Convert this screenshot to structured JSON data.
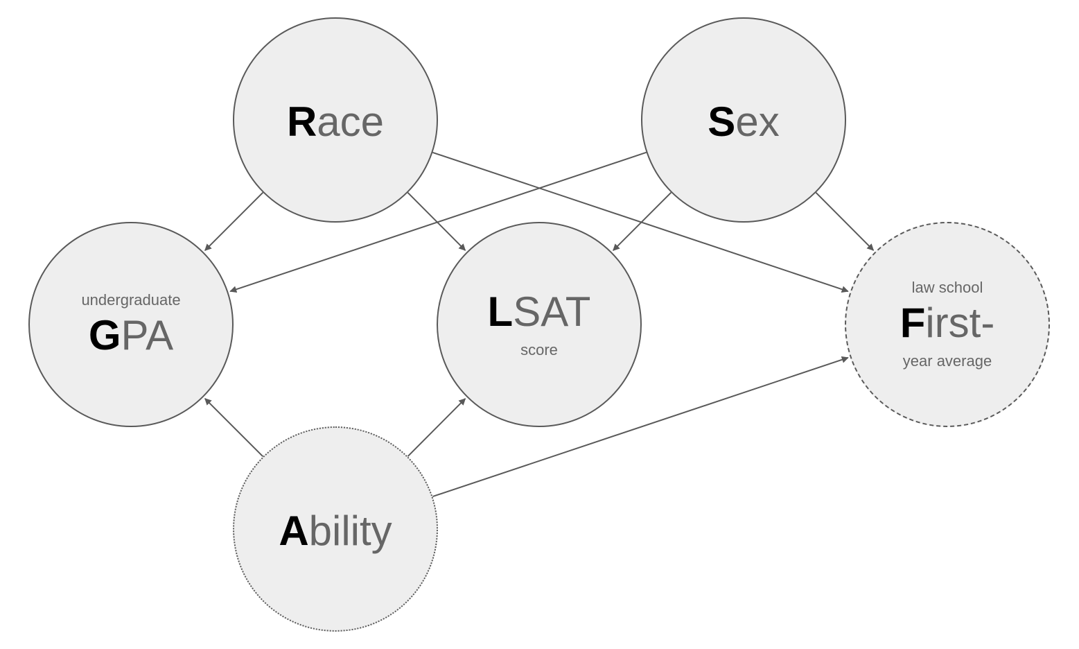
{
  "nodes": {
    "race": {
      "initial": "R",
      "rest": "ace"
    },
    "sex": {
      "initial": "S",
      "rest": "ex"
    },
    "gpa": {
      "above": "undergraduate",
      "initial": "G",
      "rest": "PA"
    },
    "lsat": {
      "initial": "L",
      "rest": "SAT",
      "below": "score"
    },
    "fya": {
      "above": "law school",
      "initial": "F",
      "rest": "irst-",
      "below": "year average"
    },
    "ability": {
      "initial": "A",
      "rest": "bility"
    }
  },
  "edges": [
    {
      "from": "race",
      "to": "gpa"
    },
    {
      "from": "race",
      "to": "lsat"
    },
    {
      "from": "race",
      "to": "fya"
    },
    {
      "from": "sex",
      "to": "gpa"
    },
    {
      "from": "sex",
      "to": "lsat"
    },
    {
      "from": "sex",
      "to": "fya"
    },
    {
      "from": "ability",
      "to": "gpa"
    },
    {
      "from": "ability",
      "to": "lsat"
    },
    {
      "from": "ability",
      "to": "fya"
    }
  ],
  "styles": {
    "node_fill": "#eeeeee",
    "node_stroke": "#595959",
    "edge_color": "#595959",
    "initial_color": "#000000",
    "text_color": "#666666",
    "fya_border": "dashed",
    "ability_border": "dotted"
  }
}
